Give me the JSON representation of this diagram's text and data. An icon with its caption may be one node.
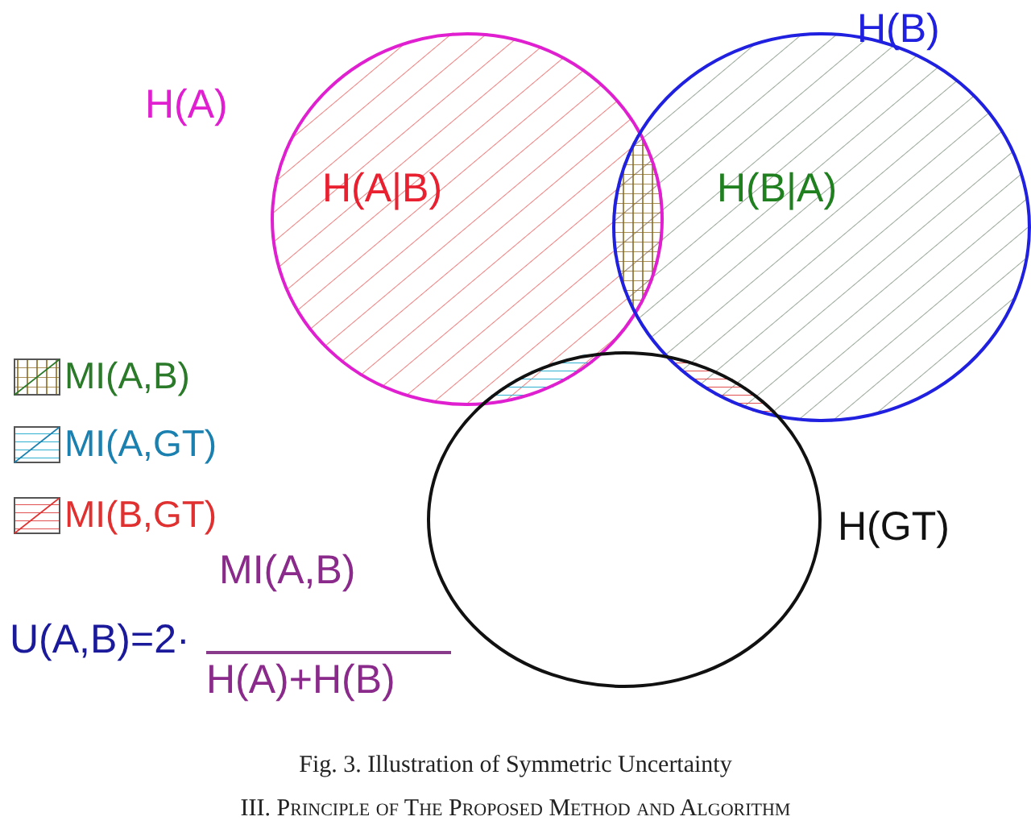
{
  "diagram": {
    "caption": "Fig. 3. Illustration of Symmetric Uncertainty",
    "nodes": [
      {
        "text": [
          "H(A)",
          "H(A|B)"
        ]
      },
      {
        "text": [
          "H(B)",
          "H(B|A)"
        ]
      },
      {
        "text": [
          "H(GT)"
        ]
      }
    ],
    "labels": [
      "U(A,B)=2·",
      "MI(A,B)",
      "H(A)+H(B)",
      "III. Principle of The Proposed Method and Algorithm"
    ],
    "legend": [
      {
        "text": "MI(A,B)"
      },
      {
        "text": "MI(A,GT)"
      },
      {
        "text": "MI(B,GT)"
      }
    ]
  }
}
